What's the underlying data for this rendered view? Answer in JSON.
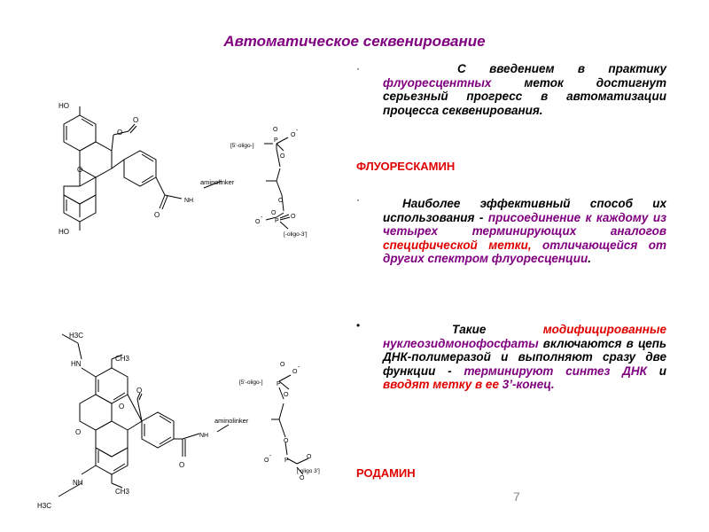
{
  "title": "Автоматическое секвенирование",
  "bullets": [
    "·",
    "·",
    "•"
  ],
  "para1": {
    "t1": "С введением в практику ",
    "t2": "флуоресцентных",
    "t3": " меток достигнут серьезный прогресс в автоматизации процесса секвенирования."
  },
  "heading1": "ФЛУОРЕСКАМИН",
  "para2": {
    "t1": "Наиболее эффективный способ их использования - ",
    "t2": "присоединение к каждому из четырех терминирующих аналогов",
    "t3": " специфической",
    "t4": " метки, ",
    "t5": "отличающейся от других спектром флуоресценции",
    "t6": "."
  },
  "para3": {
    "t1": "Такие ",
    "t2": "модифицированные",
    "t3": " нуклеозидмонофосфаты",
    "t4": " включаются в цепь ДНК-полимеразой и выполняют сразу две функции - ",
    "t5": "терминируют синтез ДНК",
    "t6": " и ",
    "t7": "вводят метку в ее",
    "t8": " 3’-конец."
  },
  "heading2": "РОДАМИН",
  "page_number": "7",
  "structure1": {
    "ho_top": "HO",
    "ho_bottom": "HO",
    "o_ring": "O",
    "o_lactone": "O",
    "o_carbonyl": "O",
    "o_amide": "O",
    "nh": "NH",
    "aminolinker": "aminolinker",
    "oligo5": "[5'-oligo-]",
    "oligo3": "[-oligo-3']",
    "p1": "P",
    "p2": "P",
    "o1": "O",
    "o2": "O",
    "o3": "O",
    "o4": "O",
    "o5": "O",
    "o6": "O",
    "ominus1": "O",
    "ominus2": "O",
    "minus1": "-",
    "minus2": "-"
  },
  "structure2": {
    "h3c_top": "H3C",
    "h3c_bottom": "H3C",
    "ch3_top": "CH3",
    "ch3_bottom": "CH3",
    "hn": "HN",
    "nh": "NH",
    "o_ring": "O",
    "o_lactone": "O",
    "o_carbonyl": "O",
    "o_amide": "O",
    "nh_amide": "NH",
    "aminolinker": "aminolinker",
    "oligo5": "[5'-oligo-]",
    "oligo3": "[ oligo 3']",
    "p1": "P",
    "p2": "P",
    "o1": "O",
    "o2": "O",
    "o3": "O",
    "o4": "O",
    "o5": "O",
    "ominus1": "O",
    "ominus2": "O",
    "minus1": "-",
    "minus2": "-"
  }
}
